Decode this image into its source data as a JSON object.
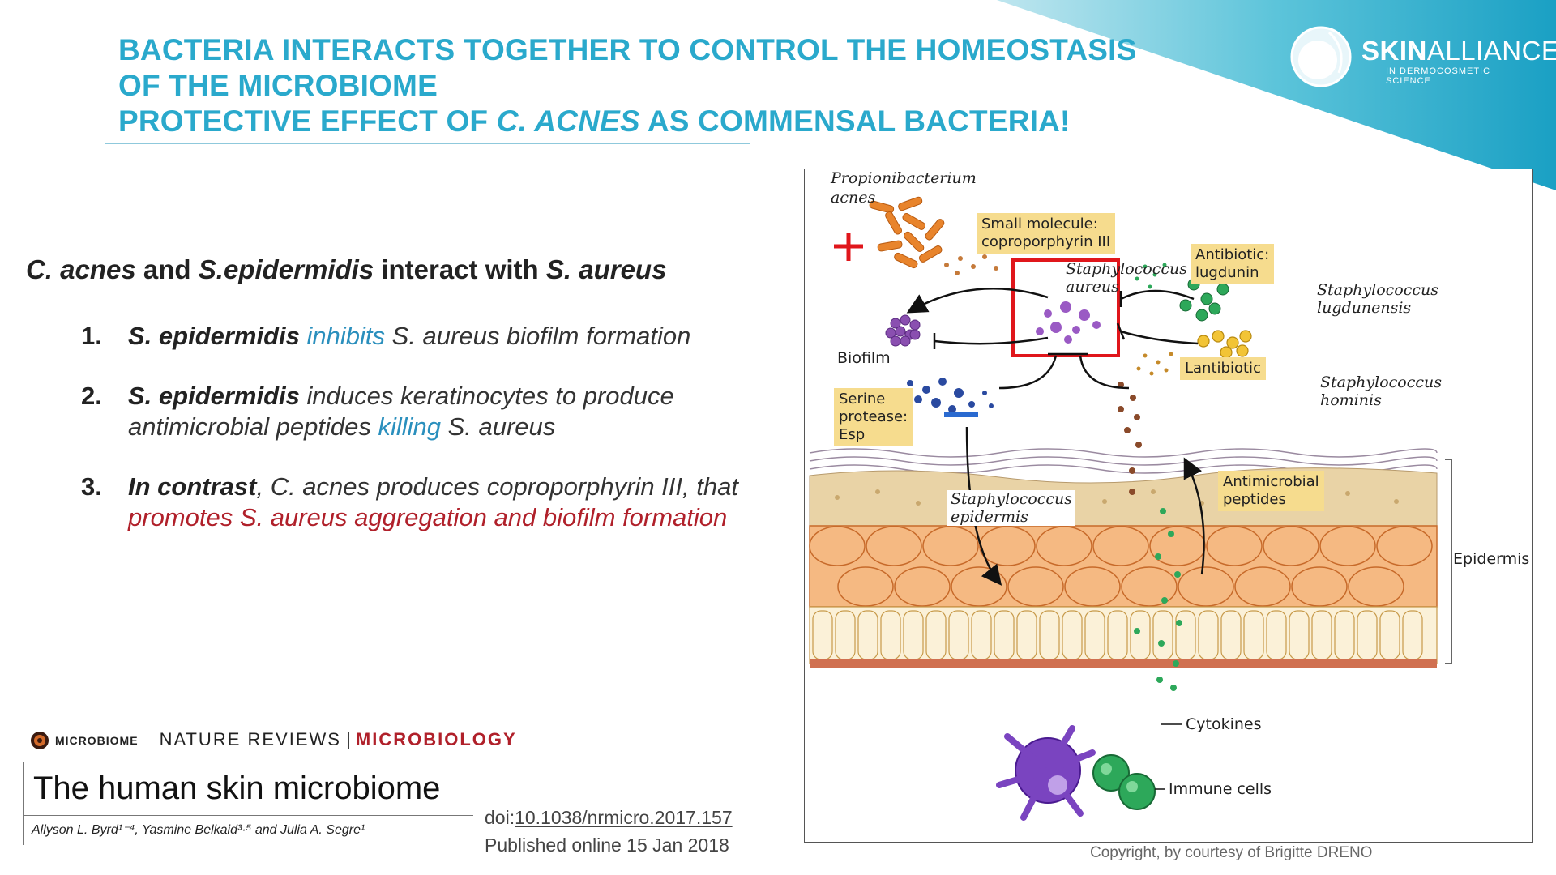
{
  "header": {
    "title_line1": "BACTERIA INTERACTS  TOGETHER TO CONTROL THE HOMEOSTASIS",
    "title_line2": "OF THE  MICROBIOME",
    "title_line3_pre": "PROTECTIVE EFFECT OF ",
    "title_line3_ital": "C. ACNES",
    "title_line3_post": " AS COMMENSAL BACTERIA!"
  },
  "logo": {
    "skin": "SKIN",
    "alliance": "ALLIANCE",
    "sub": "IN DERMOCOSMETIC SCIENCE"
  },
  "subheading": {
    "part1": "C. acnes",
    "part2": " and ",
    "part3": "S.epidermidis",
    "part4": " interact with ",
    "part5": "S. aureus"
  },
  "list": [
    {
      "num": "1.",
      "a": "S. epidermidis",
      "b": " inhibits",
      "c": " S. aureus biofilm formation"
    },
    {
      "num": "2.",
      "a": "S. epidermidis",
      "b": "  induces keratinocytes to produce antimicrobial peptides ",
      "c": "killing",
      "d": " S. aureus"
    },
    {
      "num": "3.",
      "a": "In contrast",
      "b": ", C. acnes produces coproporphyrin III, that ",
      "c": "promotes S. aureus aggregation and biofilm formation"
    }
  ],
  "reference": {
    "microbiome": "MICROBIOME",
    "journal": "NATURE REVIEWS",
    "bar": " | ",
    "journal2": "MICROBIOLOGY",
    "title": "The human skin microbiome",
    "authors": "Allyson L. Byrd¹⁻⁴, Yasmine Belkaid³·⁵ and Julia A. Segre¹",
    "doi_label": "doi:",
    "doi": "10.1038/nrmicro.2017.157",
    "published": "Published online 15 Jan 2018"
  },
  "copyright": "Copyright, by courtesy of Brigitte DRENO",
  "figure": {
    "propioni": "Propionibacterium",
    "acnes": "acnes",
    "small_molecule": "Small molecule:",
    "copro": "coproporphyrin III",
    "antibiotic": "Antibiotic:",
    "lugdunin": "lugdunin",
    "saureus1": "Staphylococcus",
    "saureus2": "aureus",
    "slug1": "Staphylococcus",
    "slug2": "lugdunensis",
    "biofilm": "Biofilm",
    "lantibiotic": "Lantibiotic",
    "shom1": "Staphylococcus",
    "shom2": "hominis",
    "serine1": "Serine",
    "serine2": "protease:",
    "serine3": "Esp",
    "sepi1": "Staphylococcus",
    "sepi2": "epidermis",
    "amp1": "Antimicrobial",
    "amp2": "peptides",
    "epidermis": "Epidermis",
    "cytokines": "Cytokines",
    "immune": "Immune cells"
  },
  "colors": {
    "title": "#2aa9cc",
    "accent_blue": "#2a8fbd",
    "accent_red": "#b0202a",
    "label_bg": "#f6dc8e",
    "highlight_box": "#e0161b"
  }
}
